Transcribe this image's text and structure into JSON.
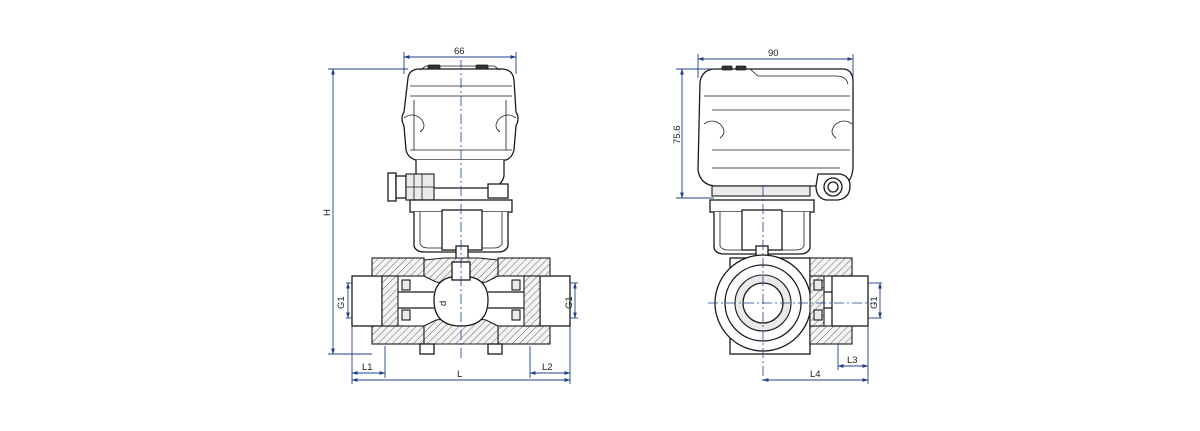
{
  "dimensions": {
    "front_width": "66",
    "side_width": "90",
    "actuator_height": "75.6",
    "total_height": "H",
    "port_left": "G1",
    "port_right": "G1",
    "port_side": "G1",
    "bore": "d",
    "length_l1": "L1",
    "length_total": "L",
    "length_l2": "L2",
    "length_l3": "L3",
    "length_l4": "L4"
  },
  "colors": {
    "dimension_lines": "#1f3f8f",
    "outline": "#1a1a1a"
  }
}
